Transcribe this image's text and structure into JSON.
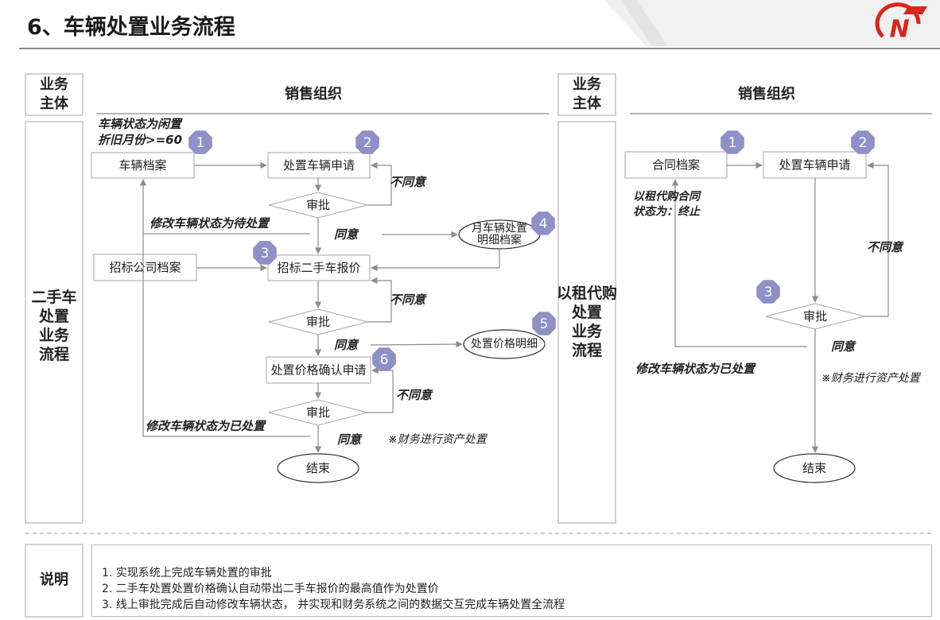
{
  "page": {
    "title": "6、车辆处置业务流程",
    "brand_color": "#d9261c",
    "accent_color": "#8e90c7",
    "logo_letter": "N",
    "logo_icon": "nv-logo-icon"
  },
  "left": {
    "subject_header": "业务\n主体",
    "org_header": "销售组织",
    "lane_label": "二手车\n处置\n业务\n流程",
    "note_status": "车辆状态为闲置\n折旧月份>=60",
    "nodes": {
      "archive": "车辆档案",
      "apply": "处置车辆申请",
      "approve1": "审批",
      "bid_archive": "招标公司档案",
      "quote": "招标二手车报价",
      "approve2": "审批",
      "price_apply": "处置价格确认申请",
      "approve3": "审批",
      "end": "结束",
      "monthly_detail": "月车辆处置\n明细档案",
      "price_detail": "处置价格明细"
    },
    "labels": {
      "reject1": "不同意",
      "set_pending": "修改车辆状态为待处置",
      "agree1": "同意",
      "reject2": "不同意",
      "agree2": "同意",
      "reject3": "不同意",
      "set_disposed": "修改车辆状态为已处置",
      "agree3": "同意",
      "finance": "※财务进行资产处置"
    },
    "badges": [
      "1",
      "2",
      "3",
      "4",
      "5",
      "6"
    ]
  },
  "right": {
    "subject_header": "业务\n主体",
    "org_header": "销售组织",
    "lane_label": "以租代购\n处置\n业务\n流程",
    "nodes": {
      "contract": "合同档案",
      "apply": "处置车辆申请",
      "approve": "审批",
      "end": "结束"
    },
    "labels": {
      "contract_status": "以租代购合同\n状态为：终止",
      "reject": "不同意",
      "agree": "同意",
      "set_disposed": "修改车辆状态为已处置",
      "finance": "※财务进行资产处置"
    },
    "badges": [
      "1",
      "2",
      "3"
    ]
  },
  "note": {
    "label": "说明",
    "items": [
      "1.   实现系统上完成车辆处置的审批",
      "2.   二手车处置处置价格确认自动带出二手车报价的最高值作为处置价",
      "3.   线上审批完成后自动修改车辆状态， 并实现和财务系统之间的数据交互完成车辆处置全流程"
    ]
  }
}
